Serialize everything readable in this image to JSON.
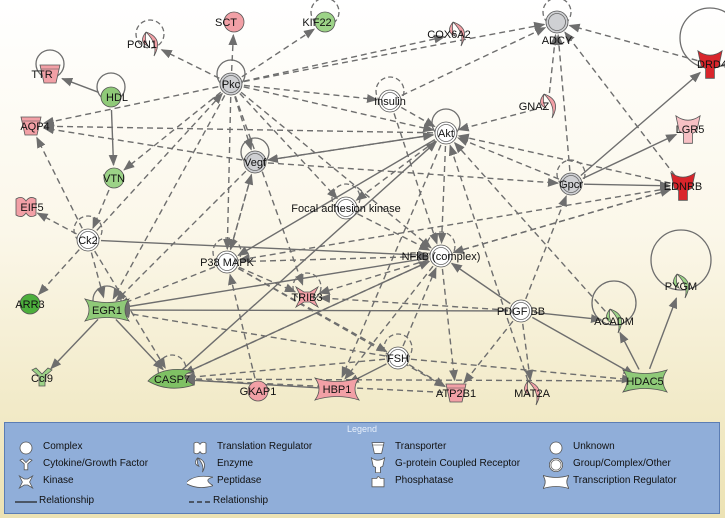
{
  "nodes": [
    {
      "id": "TTR",
      "label": "TTR",
      "shape": "transporter",
      "color": "#f2a0a6"
    },
    {
      "id": "PON1",
      "label": "PON1",
      "shape": "enzyme",
      "color": "#f2a0a6"
    },
    {
      "id": "SCT",
      "label": "SCT",
      "shape": "circle",
      "color": "#f2a0a6"
    },
    {
      "id": "KIF22",
      "label": "KIF22",
      "shape": "circle",
      "color": "#9cd387"
    },
    {
      "id": "COX6A2",
      "label": "COX6A2",
      "shape": "enzyme",
      "color": "#f2a0a6"
    },
    {
      "id": "ADCY",
      "label": "ADCY",
      "shape": "group",
      "color": "#cfd0d3"
    },
    {
      "id": "DRD4",
      "label": "DRD4",
      "shape": "gpcr",
      "color": "#d9252b"
    },
    {
      "id": "HDL",
      "label": "HDL",
      "shape": "circle",
      "color": "#8fca78"
    },
    {
      "id": "Pkc",
      "label": "Pkc",
      "shape": "group",
      "color": "#cfd0d3"
    },
    {
      "id": "Insulin",
      "label": "Insulin",
      "shape": "group",
      "color": "#ffffff"
    },
    {
      "id": "GNAZ",
      "label": "GNAZ",
      "shape": "enzyme",
      "color": "#f2a0a6"
    },
    {
      "id": "LGR5",
      "label": "LGR5",
      "shape": "gpcr",
      "color": "#f7c0c4"
    },
    {
      "id": "AQP4",
      "label": "AQP4",
      "shape": "transporter",
      "color": "#f2a0a6"
    },
    {
      "id": "Akt",
      "label": "Akt",
      "shape": "group",
      "color": "#ffffff"
    },
    {
      "id": "VTN",
      "label": "VTN",
      "shape": "circle",
      "color": "#9cd387"
    },
    {
      "id": "Vegf",
      "label": "Vegf",
      "shape": "group",
      "color": "#cfd0d3"
    },
    {
      "id": "Gpcr",
      "label": "Gpcr",
      "shape": "group",
      "color": "#cfd0d3"
    },
    {
      "id": "EDNRB",
      "label": "EDNRB",
      "shape": "gpcr",
      "color": "#d9252b"
    },
    {
      "id": "EIF5",
      "label": "EIF5",
      "shape": "translation",
      "color": "#f2a0a6"
    },
    {
      "id": "FAK",
      "label": "Focal adhesion kinase",
      "shape": "group",
      "color": "#ffffff"
    },
    {
      "id": "Ck2",
      "label": "Ck2",
      "shape": "group",
      "color": "#ffffff"
    },
    {
      "id": "P38",
      "label": "P38 MAPK",
      "shape": "group",
      "color": "#ffffff"
    },
    {
      "id": "NFkB",
      "label": "NFkB (complex)",
      "shape": "group",
      "color": "#ffffff"
    },
    {
      "id": "ARR3",
      "label": "ARR3",
      "shape": "circle",
      "color": "#4caf3c"
    },
    {
      "id": "EGR1",
      "label": "EGR1",
      "shape": "transcription",
      "color": "#8fca78"
    },
    {
      "id": "TRIB3",
      "label": "TRIB3",
      "shape": "kinase",
      "color": "#f2a0a6"
    },
    {
      "id": "PDGFBB",
      "label": "PDGF BB",
      "shape": "group",
      "color": "#ffffff"
    },
    {
      "id": "ACADM",
      "label": "ACADM",
      "shape": "enzyme",
      "color": "#9cd387"
    },
    {
      "id": "PYGM",
      "label": "PYGM",
      "shape": "enzyme",
      "color": "#9cd387"
    },
    {
      "id": "FSH",
      "label": "FSH",
      "shape": "group",
      "color": "#ffffff"
    },
    {
      "id": "Ccl9",
      "label": "Ccl9",
      "shape": "cytokine",
      "color": "#9cd387"
    },
    {
      "id": "CASP7",
      "label": "CASP7",
      "shape": "peptidase",
      "color": "#7fc164"
    },
    {
      "id": "GKAP1",
      "label": "GKAP1",
      "shape": "circle",
      "color": "#f2a0a6"
    },
    {
      "id": "HBP1",
      "label": "HBP1",
      "shape": "transcription",
      "color": "#f2a0a6"
    },
    {
      "id": "ATP2B1",
      "label": "ATP2B1",
      "shape": "transporter",
      "color": "#f2a0a6"
    },
    {
      "id": "MAT2A",
      "label": "MAT2A",
      "shape": "enzyme",
      "color": "#f2a0a6"
    },
    {
      "id": "HDAC5",
      "label": "HDAC5",
      "shape": "transcription",
      "color": "#8fca78"
    }
  ],
  "edges": [
    {
      "from": "HDL",
      "to": "TTR",
      "style": "solid"
    },
    {
      "from": "HDL",
      "to": "VTN",
      "style": "solid"
    },
    {
      "from": "Pkc",
      "to": "PON1",
      "style": "dashed"
    },
    {
      "from": "Pkc",
      "to": "SCT",
      "style": "dashed"
    },
    {
      "from": "Pkc",
      "to": "KIF22",
      "style": "dashed"
    },
    {
      "from": "Pkc",
      "to": "COX6A2",
      "style": "dashed"
    },
    {
      "from": "Pkc",
      "to": "ADCY",
      "style": "dashed"
    },
    {
      "from": "Pkc",
      "to": "AQP4",
      "style": "dashed"
    },
    {
      "from": "Pkc",
      "to": "VTN",
      "style": "dashed"
    },
    {
      "from": "Pkc",
      "to": "Insulin",
      "style": "dashed"
    },
    {
      "from": "Pkc",
      "to": "Akt",
      "style": "dashed"
    },
    {
      "from": "Pkc",
      "to": "Vegf",
      "style": "dashed"
    },
    {
      "from": "Pkc",
      "to": "P38",
      "style": "dashed"
    },
    {
      "from": "Pkc",
      "to": "FAK",
      "style": "dashed"
    },
    {
      "from": "Pkc",
      "to": "NFkB",
      "style": "dashed"
    },
    {
      "from": "Pkc",
      "to": "TRIB3",
      "style": "dashed"
    },
    {
      "from": "Pkc",
      "to": "EGR1",
      "style": "dashed"
    },
    {
      "from": "Insulin",
      "to": "ADCY",
      "style": "dashed"
    },
    {
      "from": "Insulin",
      "to": "Akt",
      "style": "dashed"
    },
    {
      "from": "Insulin",
      "to": "NFkB",
      "style": "dashed"
    },
    {
      "from": "GNAZ",
      "to": "ADCY",
      "style": "dashed"
    },
    {
      "from": "GNAZ",
      "to": "Akt",
      "style": "dashed"
    },
    {
      "from": "Gpcr",
      "to": "ADCY",
      "style": "dashed"
    },
    {
      "from": "Gpcr",
      "to": "Akt",
      "style": "dashed"
    },
    {
      "from": "Gpcr",
      "to": "DRD4",
      "style": "solid"
    },
    {
      "from": "Gpcr",
      "to": "LGR5",
      "style": "solid"
    },
    {
      "from": "Gpcr",
      "to": "EDNRB",
      "style": "solid"
    },
    {
      "from": "DRD4",
      "to": "ADCY",
      "style": "dashed"
    },
    {
      "from": "EDNRB",
      "to": "ADCY",
      "style": "dashed"
    },
    {
      "from": "EDNRB",
      "to": "Akt",
      "style": "dashed"
    },
    {
      "from": "EDNRB",
      "to": "P38",
      "style": "dashed"
    },
    {
      "from": "EDNRB",
      "to": "NFkB",
      "style": "dashed"
    },
    {
      "from": "Akt",
      "to": "AQP4",
      "style": "dashed"
    },
    {
      "from": "Akt",
      "to": "Vegf",
      "style": "dashed"
    },
    {
      "from": "Akt",
      "to": "FAK",
      "style": "dashed"
    },
    {
      "from": "Akt",
      "to": "NFkB",
      "style": "dashed"
    },
    {
      "from": "Akt",
      "to": "P38",
      "style": "solid"
    },
    {
      "from": "Akt",
      "to": "HBP1",
      "style": "dashed"
    },
    {
      "from": "Vegf",
      "to": "AQP4",
      "style": "dashed"
    },
    {
      "from": "Vegf",
      "to": "P38",
      "style": "dashed"
    },
    {
      "from": "Vegf",
      "to": "Akt",
      "style": "solid"
    },
    {
      "from": "Vegf",
      "to": "EGR1",
      "style": "dashed"
    },
    {
      "from": "Vegf",
      "to": "Gpcr",
      "style": "dashed"
    },
    {
      "from": "VTN",
      "to": "Ck2",
      "style": "dashed"
    },
    {
      "from": "FAK",
      "to": "NFkB",
      "style": "dashed"
    },
    {
      "from": "Ck2",
      "to": "EIF5",
      "style": "dashed"
    },
    {
      "from": "Ck2",
      "to": "AQP4",
      "style": "dashed"
    },
    {
      "from": "Ck2",
      "to": "ARR3",
      "style": "dashed"
    },
    {
      "from": "Ck2",
      "to": "EGR1",
      "style": "dashed"
    },
    {
      "from": "Ck2",
      "to": "CASP7",
      "style": "dashed"
    },
    {
      "from": "Ck2",
      "to": "NFkB",
      "style": "solid"
    },
    {
      "from": "Ck2",
      "to": "Pkc",
      "style": "dashed"
    },
    {
      "from": "P38",
      "to": "EGR1",
      "style": "dashed"
    },
    {
      "from": "P38",
      "to": "NFkB",
      "style": "dashed"
    },
    {
      "from": "P38",
      "to": "TRIB3",
      "style": "dashed"
    },
    {
      "from": "P38",
      "to": "FSH",
      "style": "dashed"
    },
    {
      "from": "P38",
      "to": "ATP2B1",
      "style": "dashed"
    },
    {
      "from": "P38",
      "to": "Vegf",
      "style": "dashed"
    },
    {
      "from": "NFkB",
      "to": "EGR1",
      "style": "solid"
    },
    {
      "from": "NFkB",
      "to": "TRIB3",
      "style": "dashed"
    },
    {
      "from": "NFkB",
      "to": "HBP1",
      "style": "dashed"
    },
    {
      "from": "NFkB",
      "to": "ATP2B1",
      "style": "dashed"
    },
    {
      "from": "NFkB",
      "to": "EDNRB",
      "style": "dashed"
    },
    {
      "from": "NFkB",
      "to": "CASP7",
      "style": "dashed"
    },
    {
      "from": "PDGFBB",
      "to": "EGR1",
      "style": "solid"
    },
    {
      "from": "PDGFBB",
      "to": "NFkB",
      "style": "solid"
    },
    {
      "from": "PDGFBB",
      "to": "ACADM",
      "style": "solid"
    },
    {
      "from": "PDGFBB",
      "to": "MAT2A",
      "style": "dashed"
    },
    {
      "from": "PDGFBB",
      "to": "ATP2B1",
      "style": "dashed"
    },
    {
      "from": "PDGFBB",
      "to": "HDAC5",
      "style": "solid"
    },
    {
      "from": "PDGFBB",
      "to": "Gpcr",
      "style": "dashed"
    },
    {
      "from": "PDGFBB",
      "to": "TRIB3",
      "style": "dashed"
    },
    {
      "from": "HDAC5",
      "to": "PYGM",
      "style": "solid"
    },
    {
      "from": "HDAC5",
      "to": "ACADM",
      "style": "solid"
    },
    {
      "from": "FSH",
      "to": "EGR1",
      "style": "dashed"
    },
    {
      "from": "FSH",
      "to": "HBP1",
      "style": "solid"
    },
    {
      "from": "FSH",
      "to": "ATP2B1",
      "style": "dashed"
    },
    {
      "from": "FSH",
      "to": "HDAC5",
      "style": "dashed"
    },
    {
      "from": "FSH",
      "to": "CASP7",
      "style": "dashed"
    },
    {
      "from": "FSH",
      "to": "NFkB",
      "style": "dashed"
    },
    {
      "from": "EGR1",
      "to": "Ccl9",
      "style": "solid"
    },
    {
      "from": "EGR1",
      "to": "CASP7",
      "style": "solid"
    },
    {
      "from": "CASP7",
      "to": "Akt",
      "style": "solid"
    },
    {
      "from": "CASP7",
      "to": "NFkB",
      "style": "solid"
    },
    {
      "from": "HBP1",
      "to": "CASP7",
      "style": "solid"
    },
    {
      "from": "ATP2B1",
      "to": "CASP7",
      "style": "dashed"
    },
    {
      "from": "HDAC5",
      "to": "CASP7",
      "style": "dashed"
    },
    {
      "from": "GKAP1",
      "to": "P38",
      "style": "dashed"
    },
    {
      "from": "MAT2A",
      "to": "Akt",
      "style": "dashed"
    },
    {
      "from": "ACADM",
      "to": "Akt",
      "style": "dashed"
    }
  ],
  "self_loops": [
    "TTR",
    "PON1",
    "KIF22",
    "ADCY",
    "DRD4",
    "HDL",
    "Insulin",
    "Pkc",
    "Akt",
    "Vegf",
    "Gpcr",
    "FAK",
    "Ck2",
    "P38",
    "NFkB",
    "EGR1",
    "TRIB3",
    "FSH",
    "ACADM",
    "PYGM",
    "CASP7"
  ],
  "legend": {
    "title": "Legend",
    "items": [
      {
        "shape": "circle",
        "label": "Complex"
      },
      {
        "shape": "translation",
        "label": "Translation Regulator"
      },
      {
        "shape": "transporter",
        "label": "Transporter"
      },
      {
        "shape": "circle",
        "label": "Unknown"
      },
      {
        "shape": "cytokine",
        "label": "Cytokine/Growth Factor"
      },
      {
        "shape": "enzyme",
        "label": "Enzyme"
      },
      {
        "shape": "gpcr",
        "label": "G-protein Coupled Receptor"
      },
      {
        "shape": "group",
        "label": "Group/Complex/Other"
      },
      {
        "shape": "kinase",
        "label": "Kinase"
      },
      {
        "shape": "peptidase",
        "label": "Peptidase"
      },
      {
        "shape": "phosphatase",
        "label": "Phosphatase"
      },
      {
        "shape": "transcription",
        "label": "Transcription Regulator"
      },
      {
        "shape": "solid-line",
        "label": "Relationship"
      },
      {
        "shape": "dashed-line",
        "label": "Relationship"
      }
    ]
  },
  "colors": {
    "up": "#f2a0a6",
    "strong_up": "#d9252b",
    "down": "#9cd387",
    "strong_down": "#4caf3c",
    "group": "#cfd0d3",
    "edge": "#6e6e6e",
    "legend_bg": "#90aed9"
  }
}
